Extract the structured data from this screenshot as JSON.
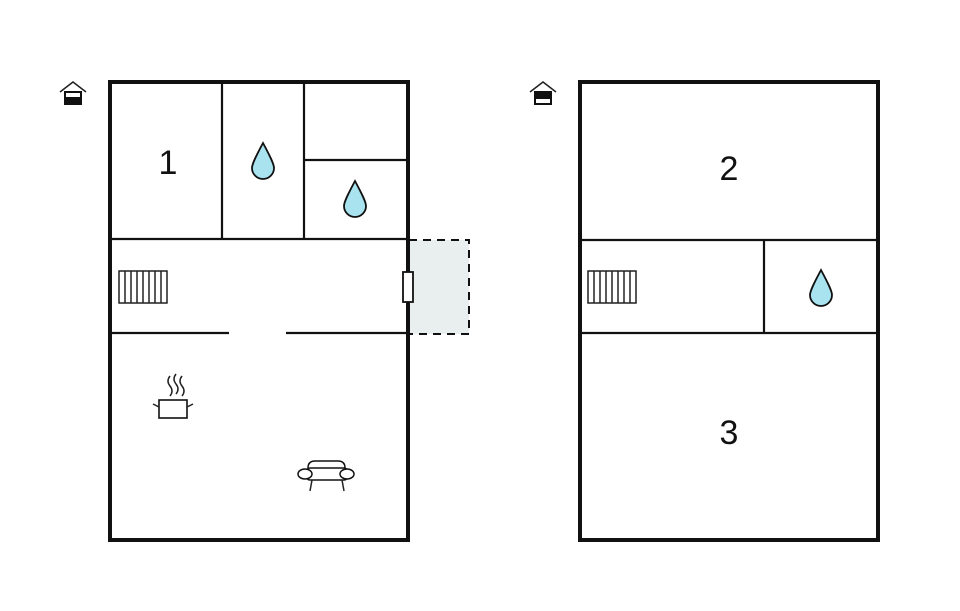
{
  "colors": {
    "wall": "#111111",
    "water": "#a9e3ef",
    "terrace": "#e9eeee",
    "background": "#ffffff"
  },
  "floors": [
    {
      "id": "ground-floor",
      "floor_icon": "house-ground-floor-icon",
      "rooms": [
        {
          "label": "1",
          "kind": "bedroom"
        },
        {
          "label": "",
          "kind": "bathroom",
          "icon": "water-drop-icon"
        },
        {
          "label": "",
          "kind": "bathroom",
          "icon": "water-drop-icon"
        },
        {
          "label": "",
          "kind": "hallway",
          "icon": "stairs-icon"
        },
        {
          "label": "",
          "kind": "kitchen-living",
          "icon": "cooking-pot-icon"
        },
        {
          "label": "",
          "kind": "living",
          "icon": "sofa-icon"
        },
        {
          "label": "",
          "kind": "terrace"
        }
      ]
    },
    {
      "id": "upper-floor",
      "floor_icon": "house-upper-floor-icon",
      "rooms": [
        {
          "label": "2",
          "kind": "bedroom"
        },
        {
          "label": "",
          "kind": "hallway",
          "icon": "stairs-icon"
        },
        {
          "label": "",
          "kind": "bathroom",
          "icon": "water-drop-icon"
        },
        {
          "label": "3",
          "kind": "bedroom"
        }
      ]
    }
  ]
}
